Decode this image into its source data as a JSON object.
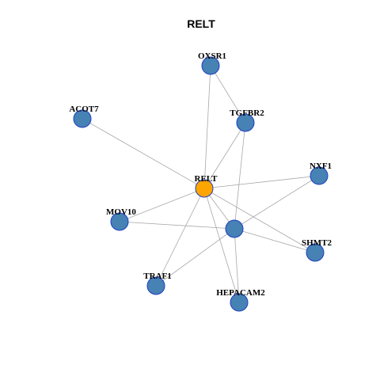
{
  "graph": {
    "title": "RELT",
    "colors": {
      "node_fill": "#4682b4",
      "node_border": "#1f3fc4",
      "center_fill": "#ffa500",
      "center_border": "#333333",
      "edge": "#a8a8a8"
    },
    "nodes": [
      {
        "id": "relt",
        "label": "RELT",
        "center": true
      },
      {
        "id": "oxsr1",
        "label": "OXSR1"
      },
      {
        "id": "acot7",
        "label": "ACOT7"
      },
      {
        "id": "tgfbr2",
        "label": "TGFBR2"
      },
      {
        "id": "nxf1",
        "label": "NXF1"
      },
      {
        "id": "mov10",
        "label": "MOV10"
      },
      {
        "id": "hub",
        "label": ""
      },
      {
        "id": "shmt2",
        "label": "SHMT2"
      },
      {
        "id": "traf1",
        "label": "TRAF1"
      },
      {
        "id": "hepacam2",
        "label": "HEPACAM2"
      }
    ],
    "edges": [
      [
        "relt",
        "oxsr1"
      ],
      [
        "relt",
        "acot7"
      ],
      [
        "relt",
        "tgfbr2"
      ],
      [
        "relt",
        "nxf1"
      ],
      [
        "relt",
        "mov10"
      ],
      [
        "relt",
        "shmt2"
      ],
      [
        "relt",
        "traf1"
      ],
      [
        "relt",
        "hepacam2"
      ],
      [
        "relt",
        "hub"
      ],
      [
        "oxsr1",
        "tgfbr2"
      ],
      [
        "tgfbr2",
        "hub"
      ],
      [
        "hub",
        "nxf1"
      ],
      [
        "hub",
        "shmt2"
      ],
      [
        "hub",
        "mov10"
      ],
      [
        "hub",
        "traf1"
      ],
      [
        "hub",
        "hepacam2"
      ]
    ]
  }
}
